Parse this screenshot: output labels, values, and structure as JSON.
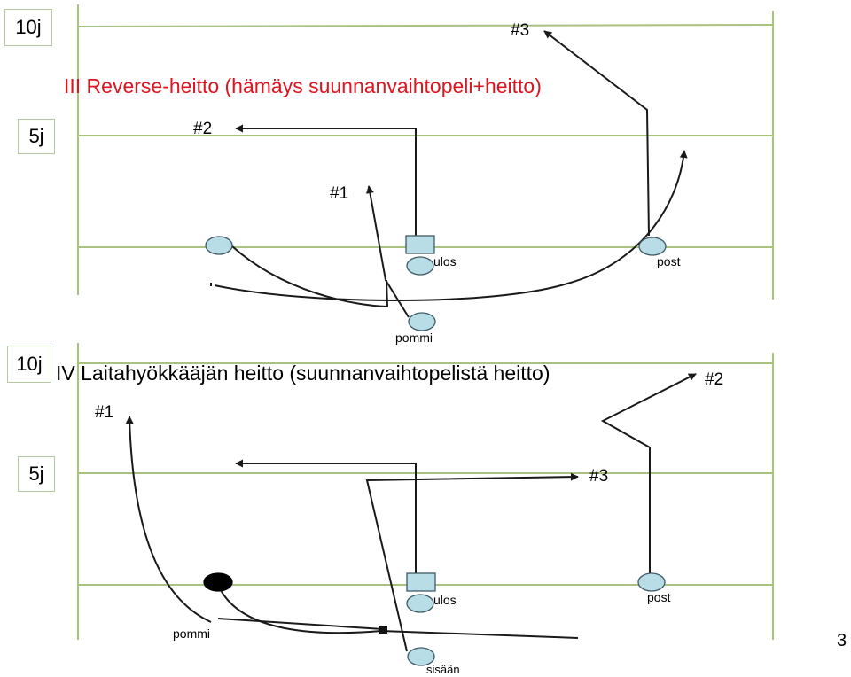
{
  "colors": {
    "field_line": "#a9c27f",
    "title_red": "#e0141e",
    "player_fill": "#b8dde6",
    "player_stroke": "#3e5a66",
    "route": "#1a1a1a"
  },
  "diagram1": {
    "title": "III Reverse-heitto (hämäys suunnanvaihtopeli+heitto)",
    "yard_top": "10j",
    "yard_mid": "5j",
    "targets": {
      "t1": "#1",
      "t2": "#2",
      "t3": "#3"
    },
    "labels": {
      "ulos": "ulos",
      "post": "post",
      "pommi": "pommi"
    }
  },
  "diagram2": {
    "title": "IV Laitahyökkääjän heitto (suunnanvaihtopelistä heitto)",
    "yard_top": "10j",
    "yard_mid": "5j",
    "targets": {
      "t1": "#1",
      "t2": "#2",
      "t3": "#3"
    },
    "labels": {
      "ulos": "ulos",
      "post": "post",
      "pommi": "pommi",
      "sisaan": "sisään"
    }
  },
  "page_number": "3"
}
